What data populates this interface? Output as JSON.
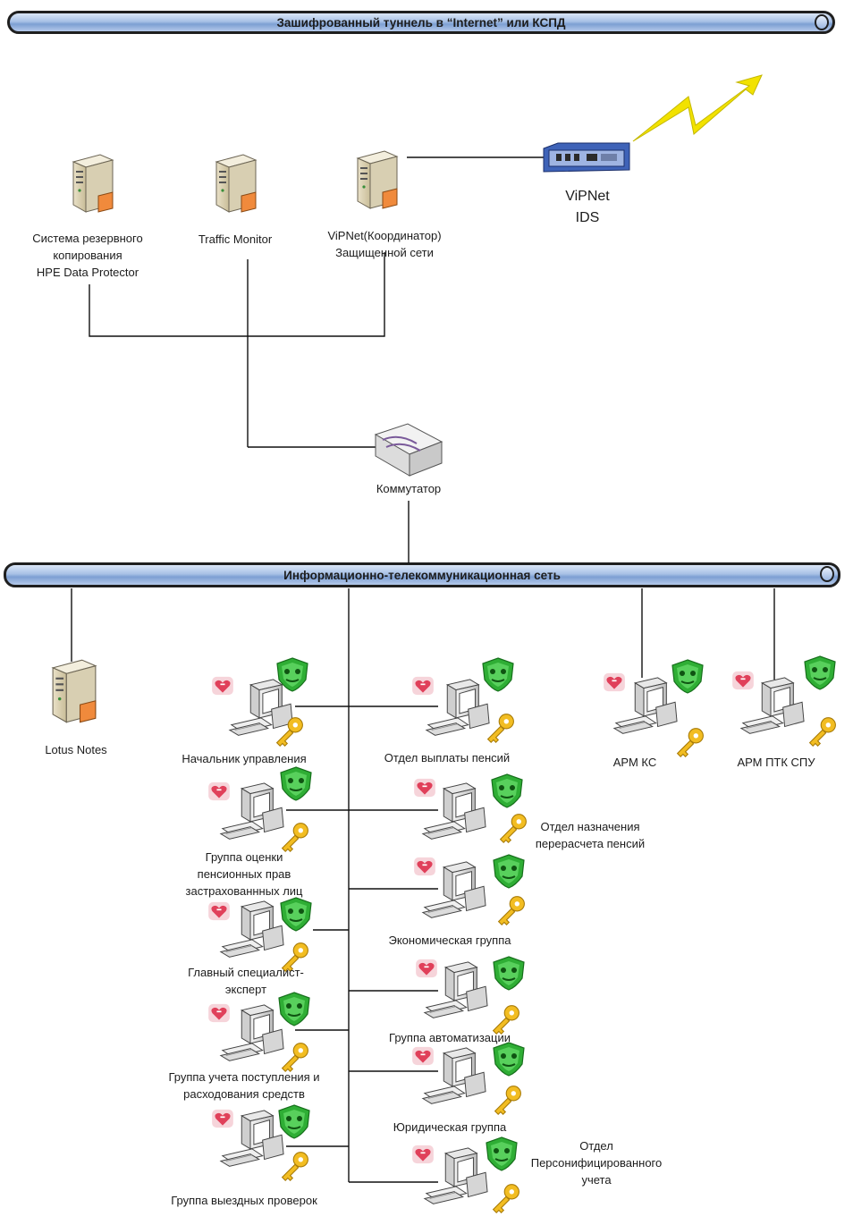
{
  "top_tunnel": {
    "label": "Зашифрованный туннель в “Internet” или КСПД"
  },
  "bottom_bus": {
    "label": "Информационно-телекоммуникационная сеть"
  },
  "servers": [
    {
      "id": "backup",
      "label": "Система резервного\nкопирования\nHPE Data Protector",
      "icon": "server-icon"
    },
    {
      "id": "traffic",
      "label": "Traffic Monitor",
      "icon": "server-icon"
    },
    {
      "id": "vipnet",
      "label": "ViPNet(Координатор)\nЗащищенной сети",
      "icon": "server-icon"
    },
    {
      "id": "lotus",
      "label": "Lotus Notes",
      "icon": "server-icon"
    }
  ],
  "ids": {
    "label": "ViPNet\nIDS",
    "icon": "ids-appliance-icon"
  },
  "lightning": {
    "icon": "lightning-icon",
    "color": "#f2e200"
  },
  "switch": {
    "label": "Коммутатор",
    "icon": "switch-icon"
  },
  "workstations_left": [
    {
      "label": "Начальник управления"
    },
    {
      "label": "Группа оценки\nпенсионных прав\nзастрахованнных лиц"
    },
    {
      "label": "Главный специалист-\nэксперт"
    },
    {
      "label": "Группа учета поступления и\nрасходования средств"
    },
    {
      "label": "Группа выездных проверок"
    }
  ],
  "workstations_right": [
    {
      "label": "Отдел выплаты пенсий"
    },
    {
      "label": "Отдел назначения\nперерасчета пенсий"
    },
    {
      "label": "Экономическая группа"
    },
    {
      "label": "Группа автоматизации"
    },
    {
      "label": "Юридическая группа"
    },
    {
      "label": "Отдел\nПерсонифицированного\nучета"
    }
  ],
  "workstations_far": [
    {
      "label": "АРМ КС"
    },
    {
      "label": "АРМ ПТК СПУ"
    }
  ],
  "workstation_badges": [
    "antivirus-shield-icon",
    "firewall-heart-icon",
    "key-icon"
  ],
  "colors": {
    "pipe": "#9db8e3",
    "shield": "#2eaa2e",
    "key": "#f0b81e",
    "firewall": "#e0405a",
    "wire": "#111111"
  }
}
